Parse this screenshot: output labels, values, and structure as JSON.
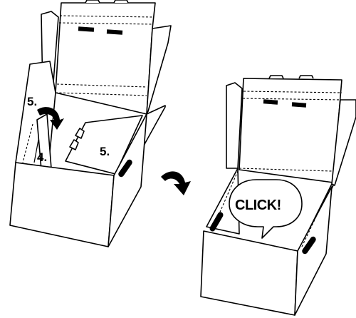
{
  "steps": {
    "label_5_top": "5.",
    "label_4": "4.",
    "label_5_flap": "5.",
    "click_text": "CLICK!"
  },
  "colors": {
    "ink": "#000000",
    "paper": "#ffffff"
  }
}
